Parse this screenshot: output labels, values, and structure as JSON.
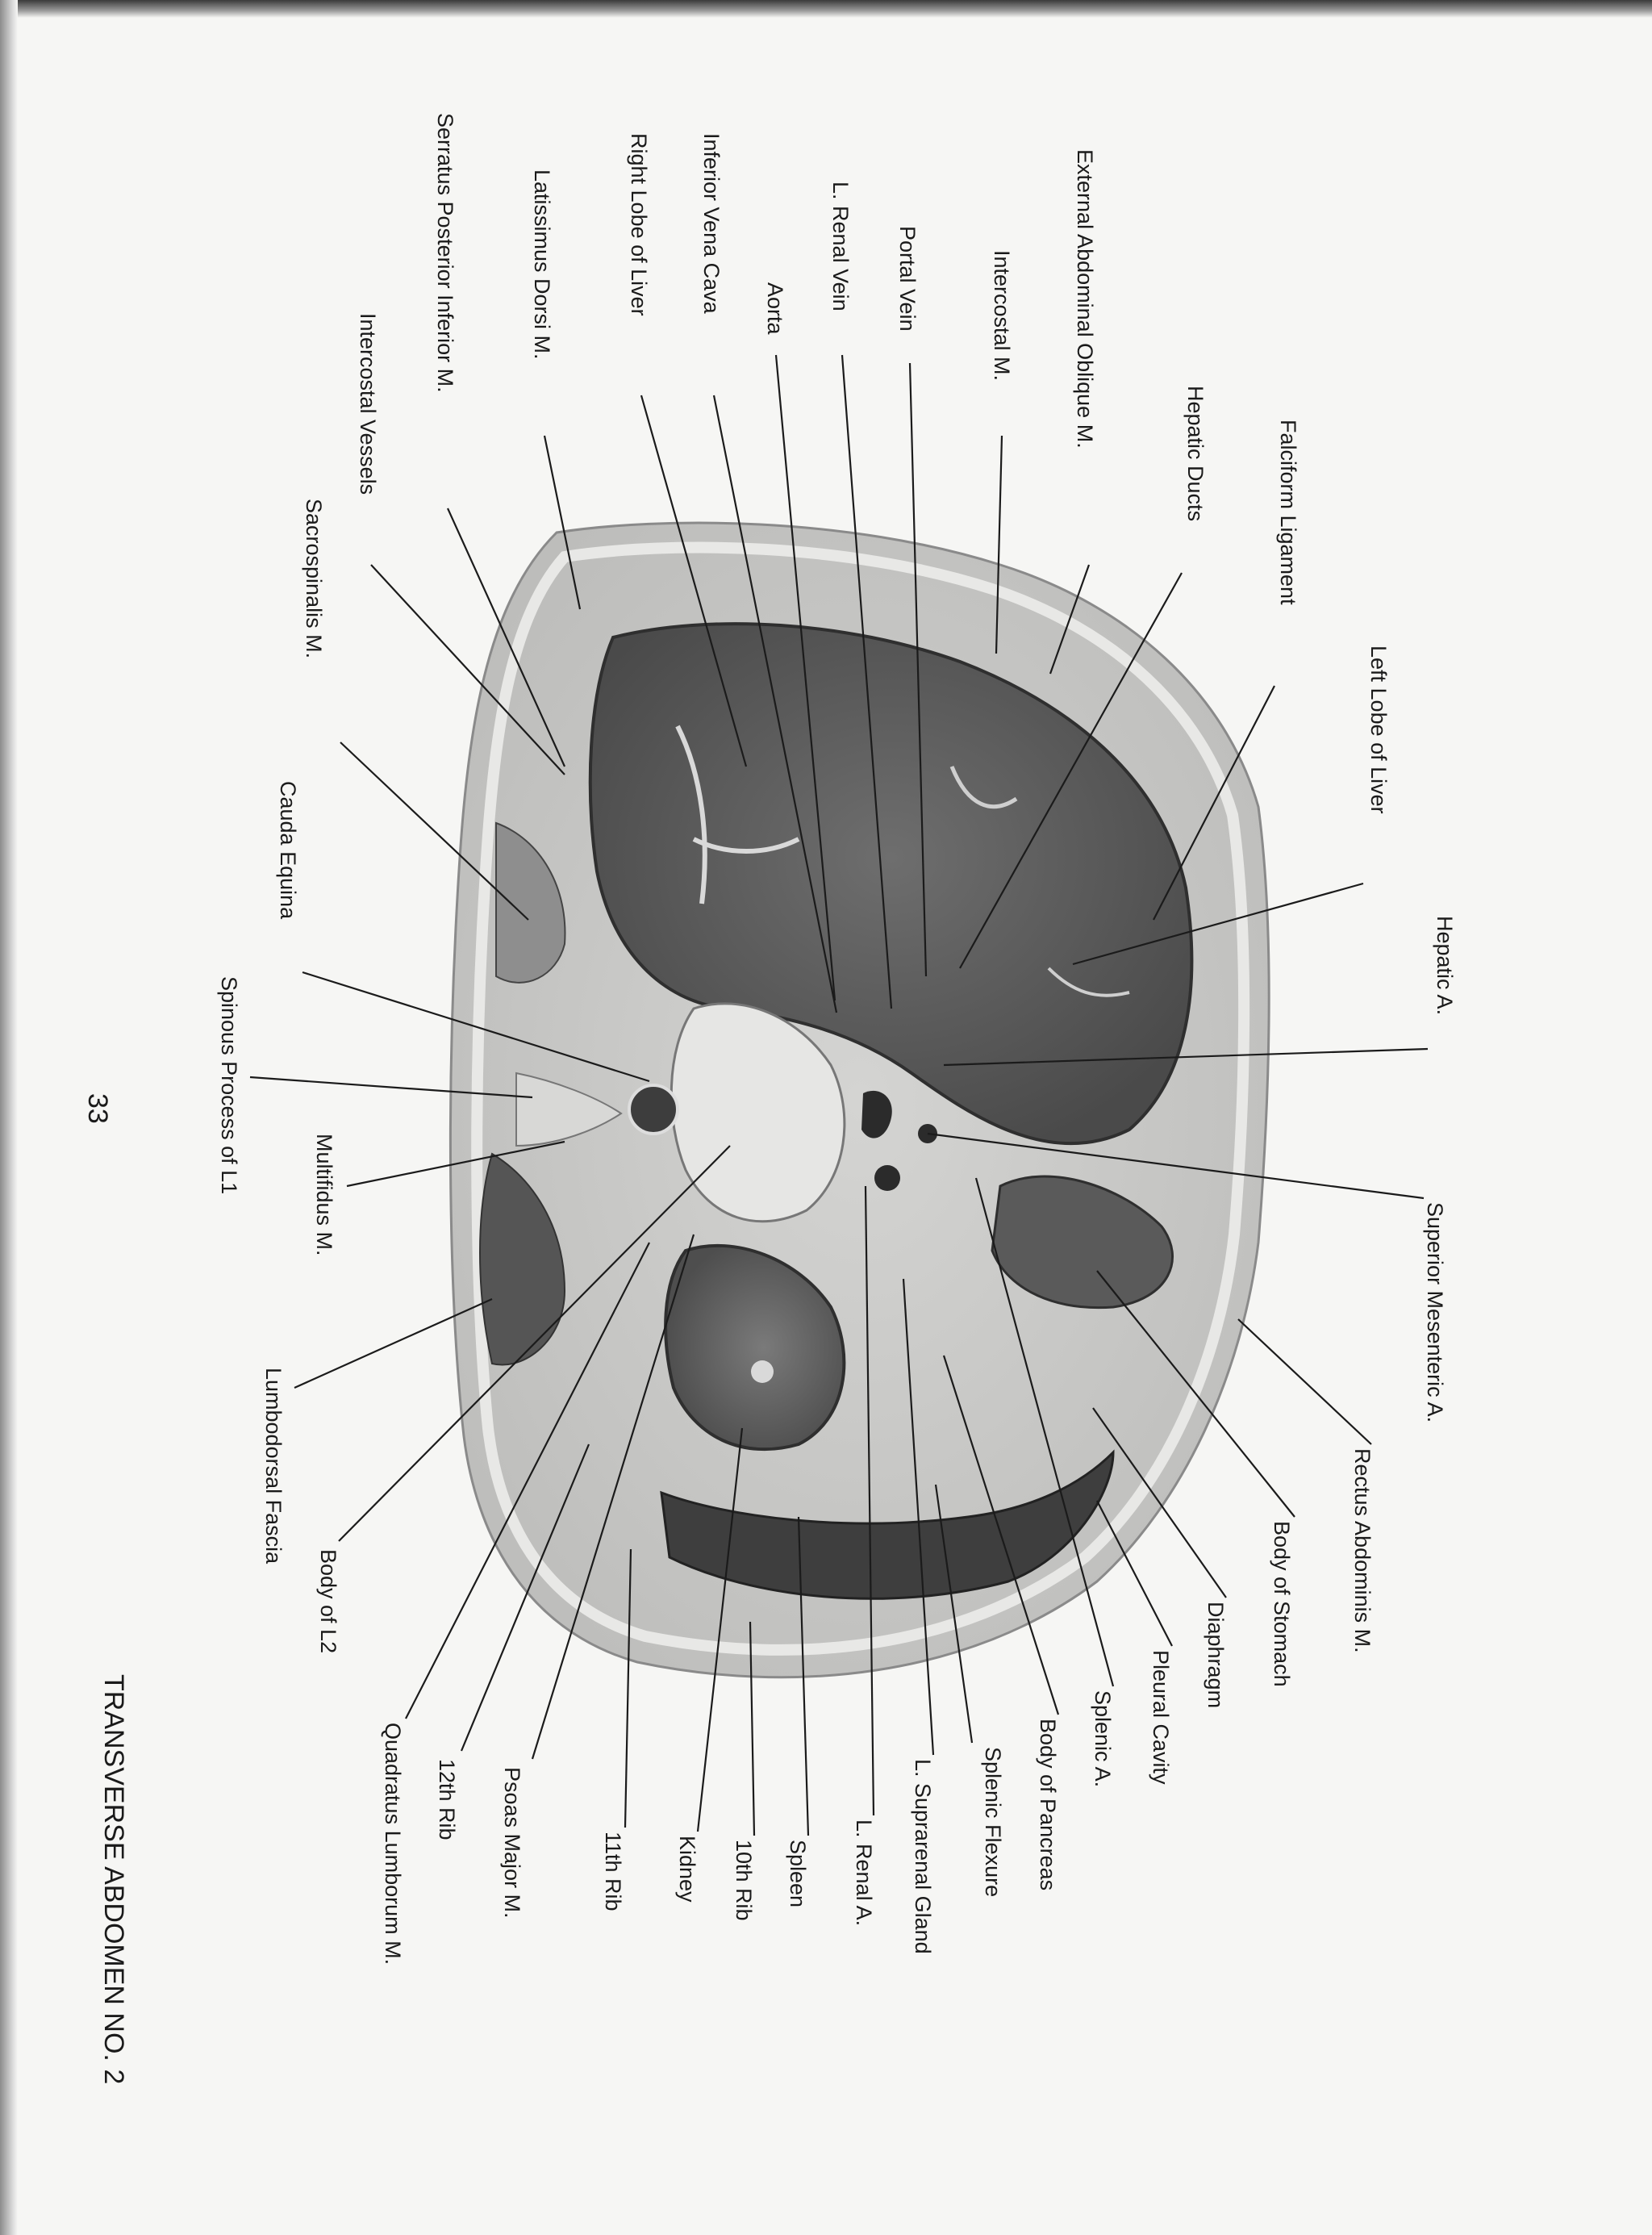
{
  "page": {
    "title": "TRANSVERSE ABDOMEN NO. 2",
    "page_number": "33"
  },
  "labels": {
    "left_lobe_of_liver": "Left Lobe of Liver",
    "falciform_ligament": "Falciform Ligament",
    "hepatic_ducts": "Hepatic Ducts",
    "external_abdominal_oblique": "External Abdominal Oblique M.",
    "intercostal_m": "Intercostal M.",
    "portal_vein": "Portal Vein",
    "l_renal_vein": "L. Renal Vein",
    "aorta": "Aorta",
    "inferior_vena_cava": "Inferior Vena Cava",
    "right_lobe_of_liver": "Right Lobe of Liver",
    "latissimus_dorsi": "Latissimus Dorsi M.",
    "serratus_posterior_inferior": "Serratus Posterior Inferior M.",
    "intercostal_vessels": "Intercostal Vessels",
    "sacrospinalis": "Sacrospinalis M.",
    "cauda_equina": "Cauda Equina",
    "spinous_process_l1": "Spinous Process of L1",
    "multifidus": "Multifidus M.",
    "lumbodorsal_fascia": "Lumbodorsal Fascia",
    "body_of_l2": "Body of L2",
    "quadratus_lumborum": "Quadratus Lumborum M.",
    "twelfth_rib": "12th Rib",
    "psoas_major": "Psoas Major M.",
    "eleventh_rib": "11th Rib",
    "kidney": "Kidney",
    "tenth_rib": "10th Rib",
    "spleen": "Spleen",
    "l_renal_a": "L. Renal A.",
    "l_suprarenal_gland": "L. Suprarenal Gland",
    "splenic_flexure": "Splenic Flexure",
    "body_of_pancreas": "Body of Pancreas",
    "splenic_a": "Splenic A.",
    "pleural_cavity": "Pleural Cavity",
    "diaphragm": "Diaphragm",
    "body_of_stomach": "Body of Stomach",
    "rectus_abdominis": "Rectus Abdominis M.",
    "superior_mesenteric_a": "Superior Mesenteric A.",
    "hepatic_a": "Hepatic A."
  }
}
